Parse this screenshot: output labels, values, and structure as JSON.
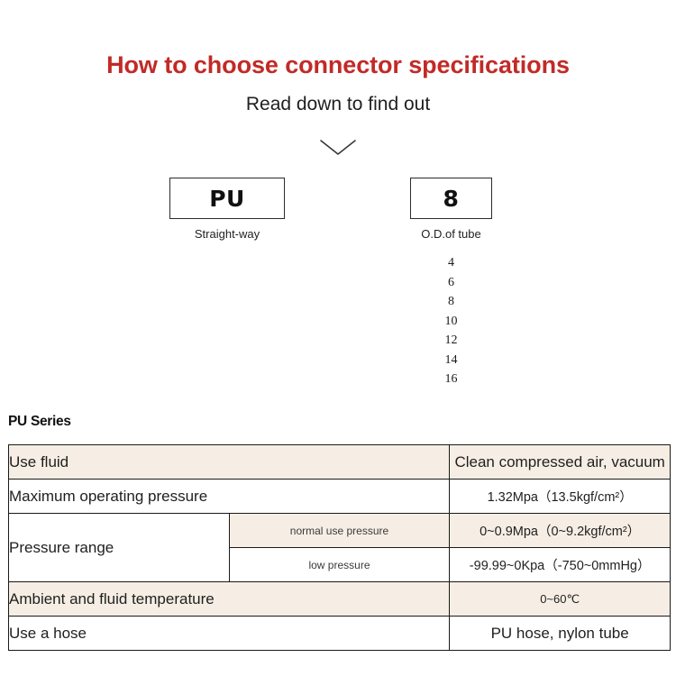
{
  "header": {
    "title": "How to choose connector specifications",
    "subtitle": "Read down to find out",
    "title_color": "#C22A27",
    "chevron_icon": "chevron-down-icon"
  },
  "selector": {
    "type_box": {
      "code": "PU",
      "caption": "Straight-way"
    },
    "size_box": {
      "code": "8",
      "caption": "O.D.of tube"
    },
    "size_options": [
      "4",
      "6",
      "8",
      "10",
      "12",
      "14",
      "16"
    ]
  },
  "spec": {
    "heading": "PU Series",
    "tint_color": "#F6EEE4",
    "rows": [
      {
        "label": "Use fluid",
        "value": "Clean compressed air, vacuum"
      },
      {
        "label": "Maximum operating pressure",
        "value": "1.32Mpa（13.5kgf/cm²）"
      },
      {
        "label": "Pressure range",
        "subrows": [
          {
            "sublabel": "normal use pressure",
            "value": "0~0.9Mpa（0~9.2kgf/cm²）"
          },
          {
            "sublabel": "low pressure",
            "value": "-99.99~0Kpa（-750~0mmHg）"
          }
        ]
      },
      {
        "label": "Ambient and fluid temperature",
        "value": "0~60℃"
      },
      {
        "label": "Use a hose",
        "value": "PU hose, nylon tube"
      }
    ]
  }
}
